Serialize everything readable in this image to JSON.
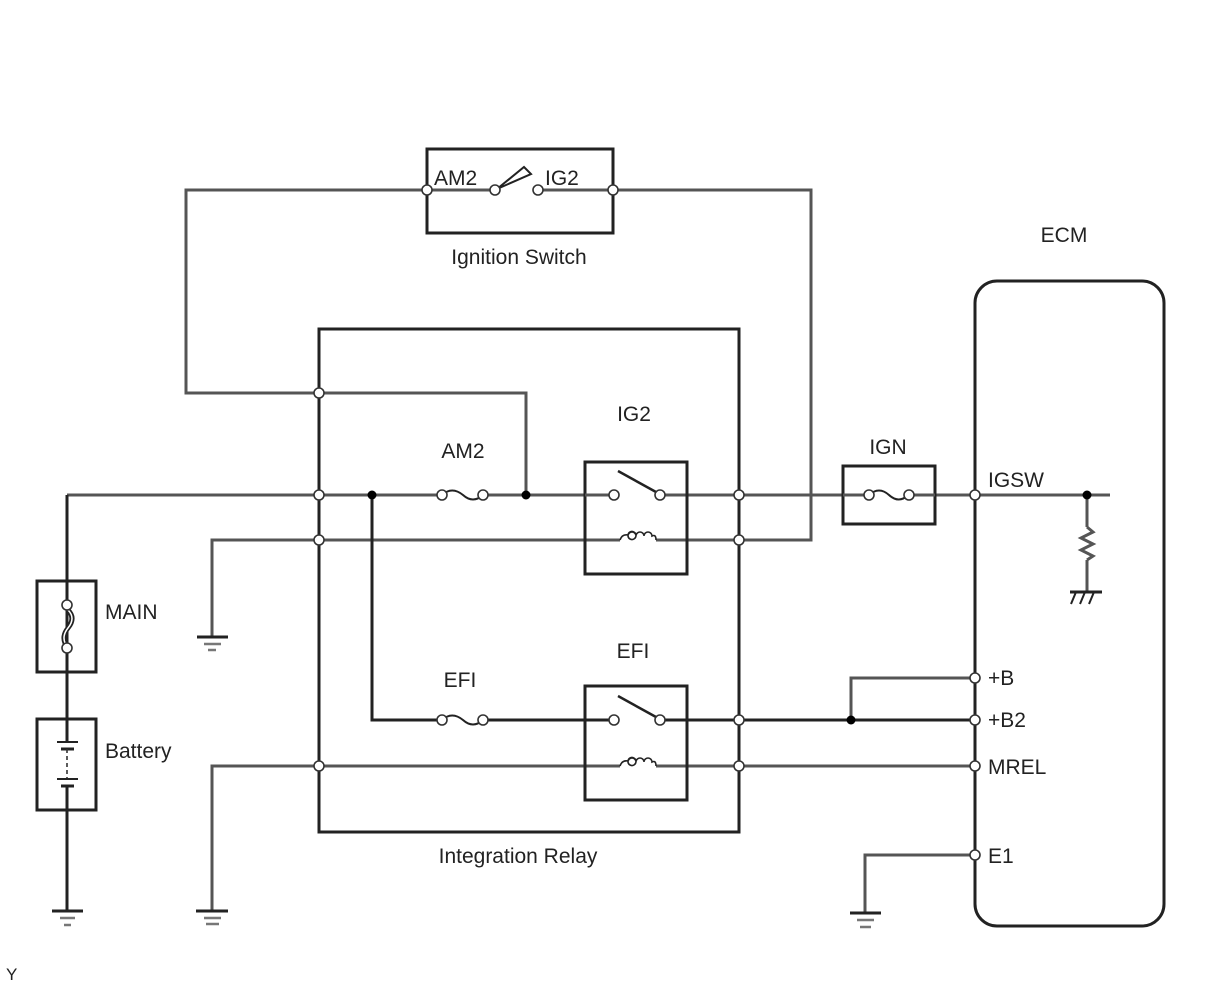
{
  "diagram": {
    "footer_code": "Y",
    "components": {
      "ignition_switch": {
        "label": "Ignition Switch",
        "terminal_left": "AM2",
        "terminal_right": "IG2"
      },
      "integration_relay": {
        "label": "Integration Relay"
      },
      "ig2_relay": {
        "label": "IG2"
      },
      "efi_relay": {
        "label": "EFI"
      },
      "am2_fuse": {
        "label": "AM2"
      },
      "efi_fuse": {
        "label": "EFI"
      },
      "ign_fuse": {
        "label": "IGN"
      },
      "main_fuse": {
        "label": "MAIN"
      },
      "battery": {
        "label": "Battery"
      },
      "ecm": {
        "label": "ECM",
        "terminals": [
          "IGSW",
          "+B",
          "+B2",
          "MREL",
          "E1"
        ]
      }
    }
  }
}
